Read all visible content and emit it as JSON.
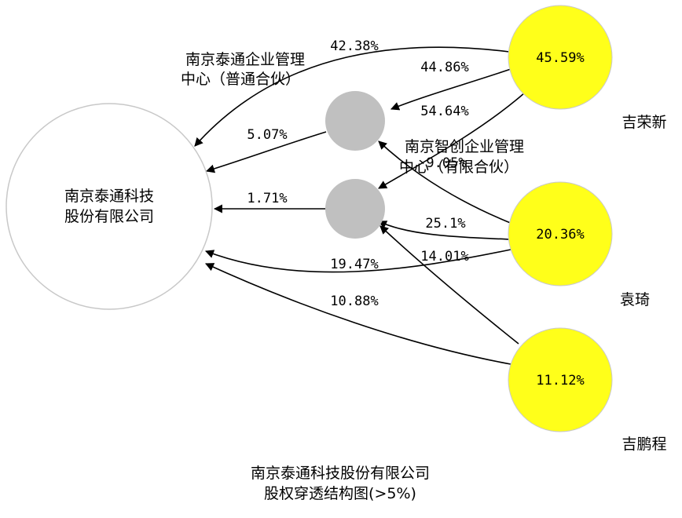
{
  "colors": {
    "shareholder_fill": "#ffff1a",
    "intermediate_fill": "#c0c0c0",
    "company_stroke": "#c8c8c8",
    "edge": "#000000"
  },
  "nodes": {
    "company": {
      "line1": "南京泰通科技",
      "line2": "股份有限公司"
    },
    "platform_a": {
      "name_line1": "南京泰通企业管理",
      "name_line2": "中心（普通合伙）"
    },
    "platform_b": {
      "name_line1": "南京智创企业管理",
      "name_line2": "中心（有限合伙）"
    },
    "ji_rongxin": {
      "name": "吉荣新",
      "pct": "45.59%"
    },
    "yuan_qi": {
      "name": "袁琦",
      "pct": "20.36%"
    },
    "ji_pengcheng": {
      "name": "吉鹏程",
      "pct": "11.12%"
    }
  },
  "edges": [
    {
      "id": "jrx-company",
      "label": "42.38%"
    },
    {
      "id": "jrx-platform-a",
      "label": "44.86%"
    },
    {
      "id": "jrx-platform-b",
      "label": "54.64%"
    },
    {
      "id": "platform-a-company",
      "label": "5.07%"
    },
    {
      "id": "yq-platform-a",
      "label": "9.05%"
    },
    {
      "id": "platform-b-company",
      "label": "1.71%"
    },
    {
      "id": "yq-platform-b",
      "label": "25.1%"
    },
    {
      "id": "yq-company",
      "label": "19.47%"
    },
    {
      "id": "jpc-platform-b",
      "label": "14.01%"
    },
    {
      "id": "jpc-company",
      "label": "10.88%"
    }
  ],
  "caption": {
    "line1": "南京泰通科技股份有限公司",
    "line2": "股权穿透结构图(>5%)"
  }
}
